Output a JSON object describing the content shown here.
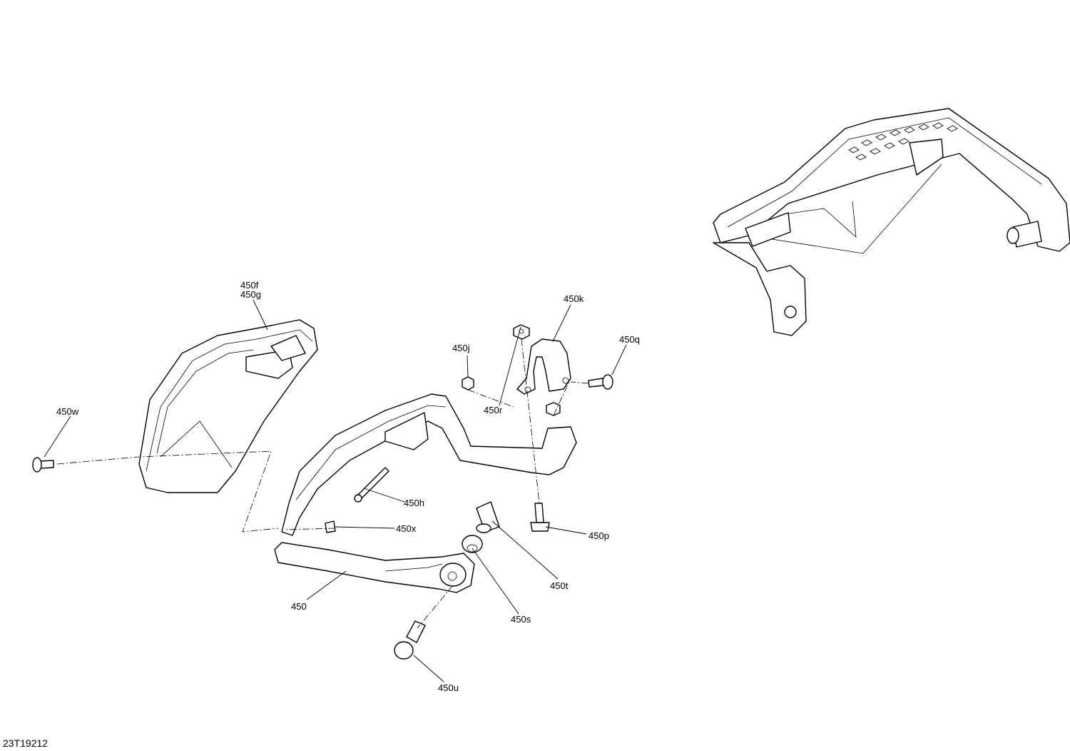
{
  "diagram": {
    "reference_code": "23T19212",
    "callouts": [
      {
        "id": "450",
        "text": "450"
      },
      {
        "id": "450f",
        "text": "450f"
      },
      {
        "id": "450g",
        "text": "450g"
      },
      {
        "id": "450h",
        "text": "450h"
      },
      {
        "id": "450j",
        "text": "450j"
      },
      {
        "id": "450k",
        "text": "450k"
      },
      {
        "id": "450p",
        "text": "450p"
      },
      {
        "id": "450q",
        "text": "450q"
      },
      {
        "id": "450r",
        "text": "450r"
      },
      {
        "id": "450s",
        "text": "450s"
      },
      {
        "id": "450t",
        "text": "450t"
      },
      {
        "id": "450u",
        "text": "450u"
      },
      {
        "id": "450w",
        "text": "450w"
      },
      {
        "id": "450x",
        "text": "450x"
      }
    ]
  }
}
